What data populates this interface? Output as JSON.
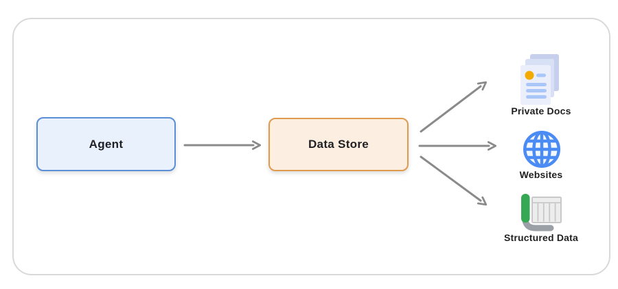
{
  "diagram": {
    "nodes": {
      "agent": {
        "label": "Agent",
        "fill": "#e9f1fd",
        "border": "#5a8ed6"
      },
      "data_store": {
        "label": "Data Store",
        "fill": "#fcefe1",
        "border": "#e09a4e"
      }
    },
    "targets": [
      {
        "label": "Private Docs",
        "icon": "documents-icon"
      },
      {
        "label": "Websites",
        "icon": "globe-icon"
      },
      {
        "label": "Structured Data",
        "icon": "spreadsheet-icon"
      }
    ],
    "edges": [
      {
        "from": "Agent",
        "to": "Data Store"
      },
      {
        "from": "Data Store",
        "to": "Private Docs"
      },
      {
        "from": "Data Store",
        "to": "Websites"
      },
      {
        "from": "Data Store",
        "to": "Structured Data"
      }
    ],
    "colors": {
      "arrow": "#8a8a8a",
      "frame_border": "#d9d9d9",
      "doc_page_back": "#c6d0ed",
      "doc_page_mid": "#d8e0f5",
      "doc_page_front": "#eaeffb",
      "doc_dot_yellow": "#f4ab00",
      "doc_line_blue": "#a9c6f8",
      "globe_blue": "#4b8bf4",
      "globe_fill": "#f3f7fe",
      "table_green": "#34a853",
      "curl_gray": "#9aa0a6",
      "grid_fill": "#ededed",
      "grid_line": "#c8c8c8"
    }
  }
}
